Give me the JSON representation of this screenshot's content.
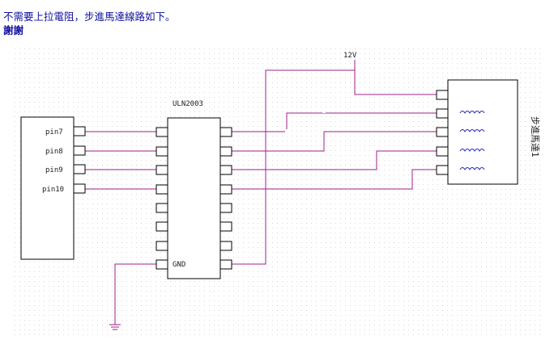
{
  "post": {
    "line1": "不需要上拉電阻，步進馬達線路如下。",
    "line2": "謝謝"
  },
  "schematic": {
    "supply_label": "12V",
    "driver_label": "ULN2003",
    "gnd_label": "GND",
    "pins": [
      "pin7",
      "pin8",
      "pin9",
      "pin10"
    ],
    "motor_label": "步進馬達1",
    "colors": {
      "wire": "#a0208a",
      "outline": "#000000",
      "grid_dot": "#dcdcdc"
    }
  }
}
